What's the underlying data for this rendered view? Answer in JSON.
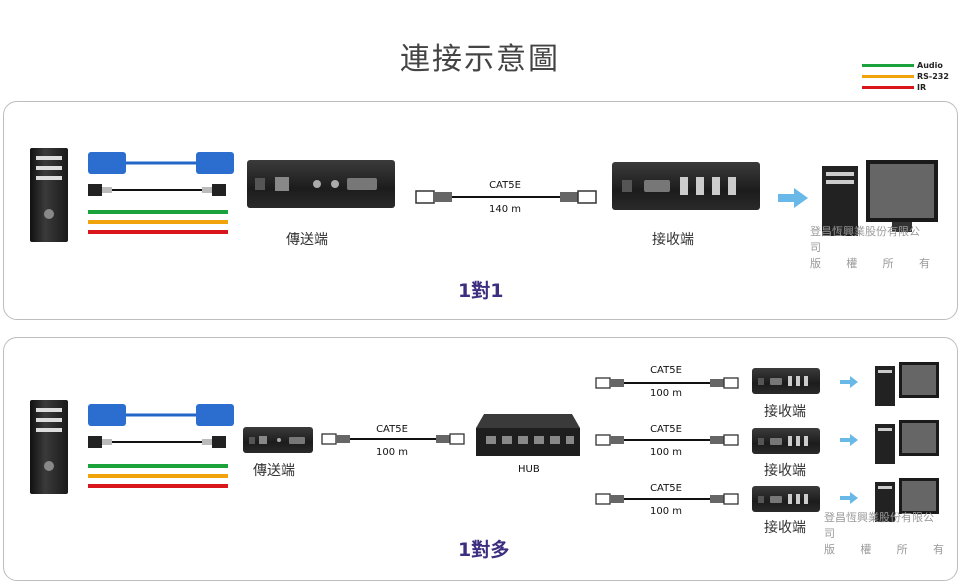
{
  "title": "連接示意圖",
  "legend": [
    {
      "label": "Audio",
      "color": "#1ba23a"
    },
    {
      "label": "RS-232",
      "color": "#f0a30a"
    },
    {
      "label": "IR",
      "color": "#d9161c"
    }
  ],
  "scene1": {
    "title": "1對1",
    "transmitter_label": "傳送端",
    "receiver_label": "接收端",
    "cable_type": "CAT5E",
    "cable_length": "140 m",
    "copyright_line1": "登昌恆興業股份有限公司",
    "copyright_chars": [
      "版",
      "權",
      "所",
      "有"
    ]
  },
  "scene2": {
    "title": "1對多",
    "transmitter_label": "傳送端",
    "hub_label": "HUB",
    "main_cable": {
      "type": "CAT5E",
      "length": "100 m"
    },
    "receivers": [
      {
        "cable_type": "CAT5E",
        "cable_length": "100 m",
        "label": "接收端"
      },
      {
        "cable_type": "CAT5E",
        "cable_length": "100 m",
        "label": "接收端"
      },
      {
        "cable_type": "CAT5E",
        "cable_length": "100 m",
        "label": "接收端"
      }
    ],
    "copyright_line1": "登昌恆興業股份有限公司",
    "copyright_chars": [
      "版",
      "權",
      "所",
      "有"
    ]
  },
  "colors": {
    "vga_cable": "#2266c8",
    "usb_cable": "#111111",
    "audio": "#1ba23a",
    "rs232": "#f0a30a",
    "ir": "#d9161c",
    "arrow": "#68b8e8",
    "title_text": "#3d2e80"
  }
}
